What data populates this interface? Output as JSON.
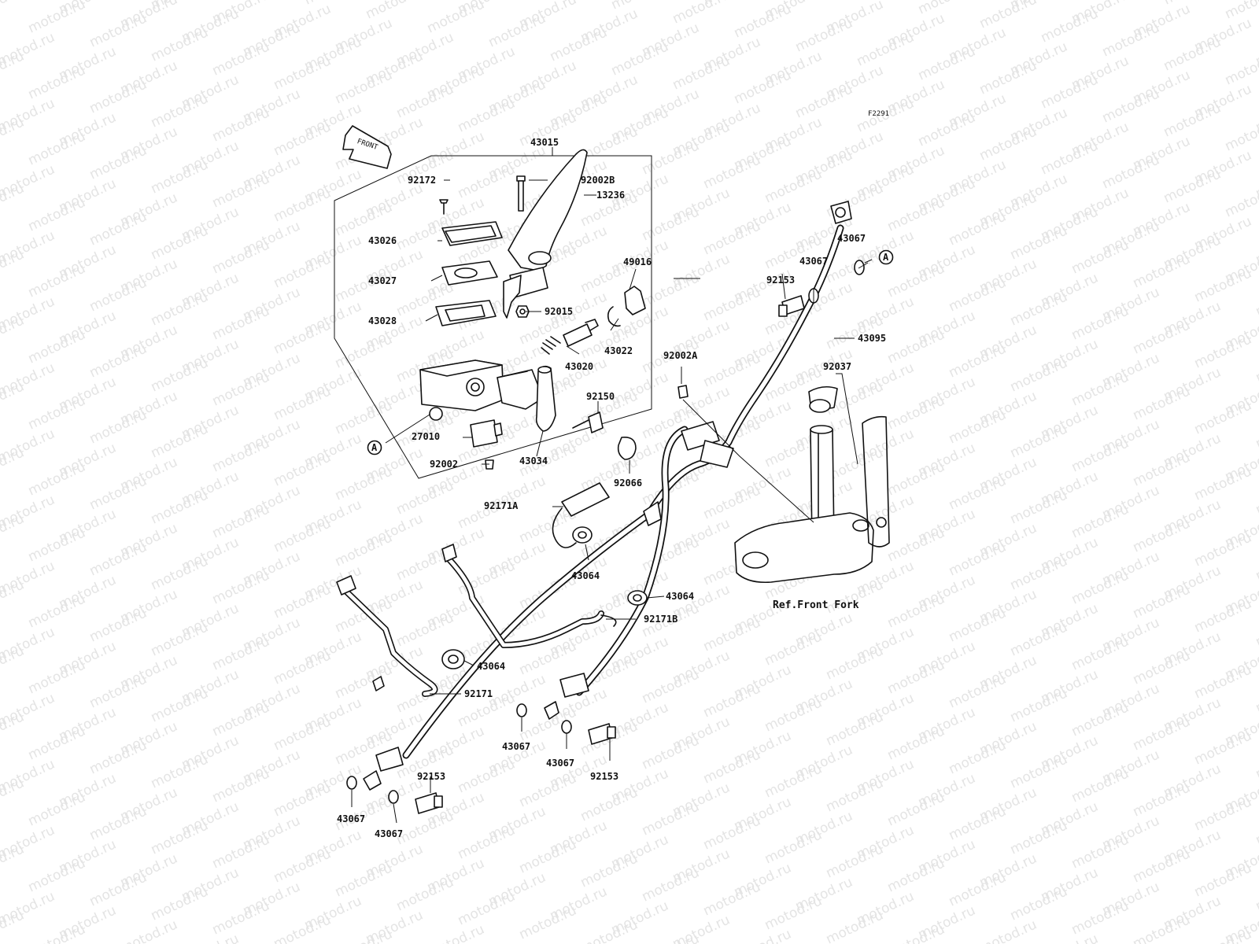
{
  "watermark": {
    "text": "motod.ru"
  },
  "figure_code": "F2291",
  "front_arrow": {
    "text": "FRONT"
  },
  "reference_labels": {
    "front_fork": "Ref.Front Fork"
  },
  "connector_mark": "A",
  "part_labels": [
    {
      "text": "43015"
    },
    {
      "text": "92002B"
    },
    {
      "text": "13236"
    },
    {
      "text": "92172"
    },
    {
      "text": "43026"
    },
    {
      "text": "43027"
    },
    {
      "text": "43028"
    },
    {
      "text": "49016"
    },
    {
      "text": "92015"
    },
    {
      "text": "43022"
    },
    {
      "text": "43020"
    },
    {
      "text": "92150"
    },
    {
      "text": "27010"
    },
    {
      "text": "43034"
    },
    {
      "text": "92002"
    },
    {
      "text": "92066"
    },
    {
      "text": "43067"
    },
    {
      "text": "43067"
    },
    {
      "text": "92153"
    },
    {
      "text": "43095"
    },
    {
      "text": "92002A"
    },
    {
      "text": "92037"
    },
    {
      "text": "92171A"
    },
    {
      "text": "43064"
    },
    {
      "text": "43064"
    },
    {
      "text": "92171B"
    },
    {
      "text": "43064"
    },
    {
      "text": "92171"
    },
    {
      "text": "43067"
    },
    {
      "text": "43067"
    },
    {
      "text": "92153"
    },
    {
      "text": "43067"
    },
    {
      "text": "43067"
    },
    {
      "text": "92153"
    }
  ]
}
